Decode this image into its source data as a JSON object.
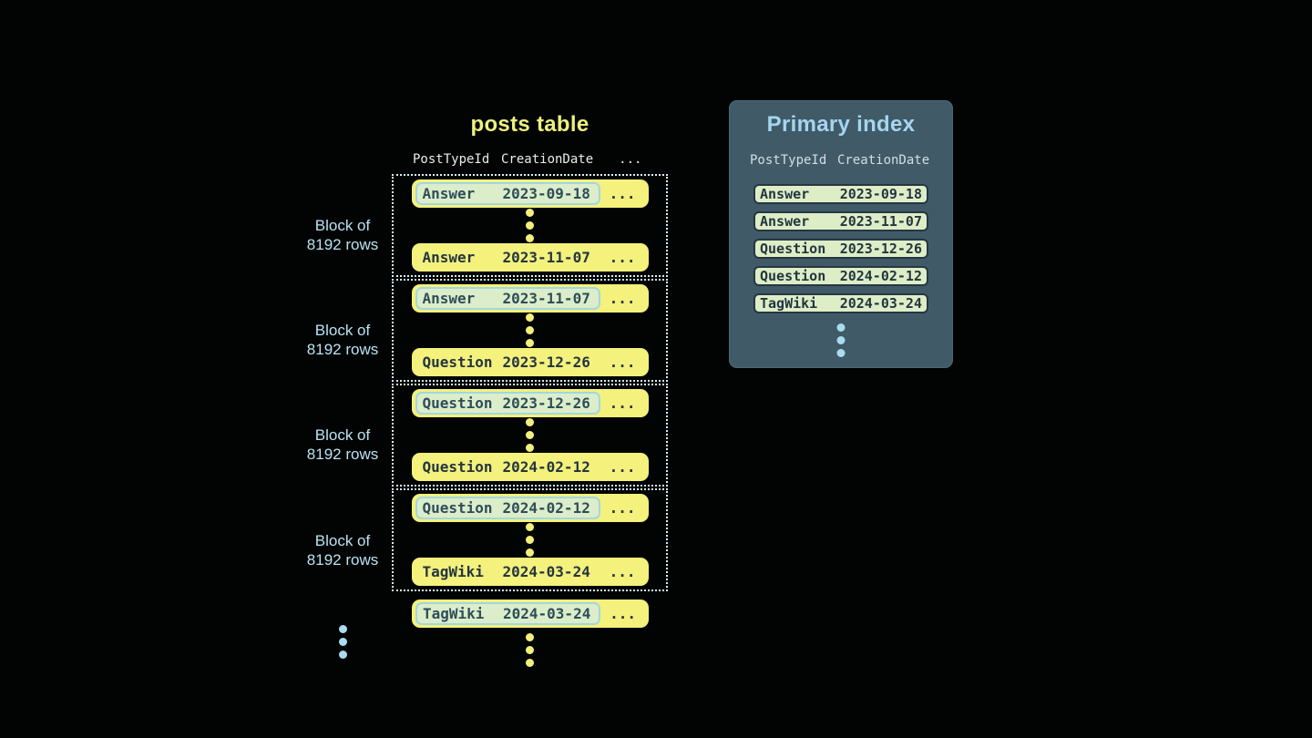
{
  "colors": {
    "background": "#020404",
    "row_yellow": "#f4f17c",
    "title_yellow": "#eef07e",
    "highlight_green": "#dcedca",
    "highlight_border_blue": "#a3d6e4",
    "dark_text": "#243540",
    "dotted_border_blue": "#d9eef8",
    "label_blue": "#b9e2f2",
    "panel_slate": "#405a68",
    "panel_title_blue": "#a5d6ee",
    "index_row_green": "#ddeec7",
    "dot_blue": "#aadcef",
    "dot_yellow": "#f2ef7c"
  },
  "posts_table": {
    "title": "posts table",
    "headers": [
      "PostTypeId",
      "CreationDate",
      "..."
    ],
    "ellipsis": "...",
    "block_label": {
      "line1": "Block of",
      "line2": "8192 rows"
    },
    "blocks": [
      {
        "first": {
          "type": "Answer",
          "date": "2023-09-18"
        },
        "last": {
          "type": "Answer",
          "date": "2023-11-07"
        }
      },
      {
        "first": {
          "type": "Answer",
          "date": "2023-11-07"
        },
        "last": {
          "type": "Question",
          "date": "2023-12-26"
        }
      },
      {
        "first": {
          "type": "Question",
          "date": "2023-12-26"
        },
        "last": {
          "type": "Question",
          "date": "2024-02-12"
        }
      },
      {
        "first": {
          "type": "Question",
          "date": "2024-02-12"
        },
        "last": {
          "type": "TagWiki",
          "date": "2024-03-24"
        }
      }
    ],
    "overflow_row": {
      "type": "TagWiki",
      "date": "2024-03-24"
    }
  },
  "primary_index": {
    "title": "Primary index",
    "headers": [
      "PostTypeId",
      "CreationDate"
    ],
    "rows": [
      {
        "type": "Answer",
        "date": "2023-09-18"
      },
      {
        "type": "Answer",
        "date": "2023-11-07"
      },
      {
        "type": "Question",
        "date": "2023-12-26"
      },
      {
        "type": "Question",
        "date": "2024-02-12"
      },
      {
        "type": "TagWiki",
        "date": "2024-03-24"
      }
    ]
  }
}
